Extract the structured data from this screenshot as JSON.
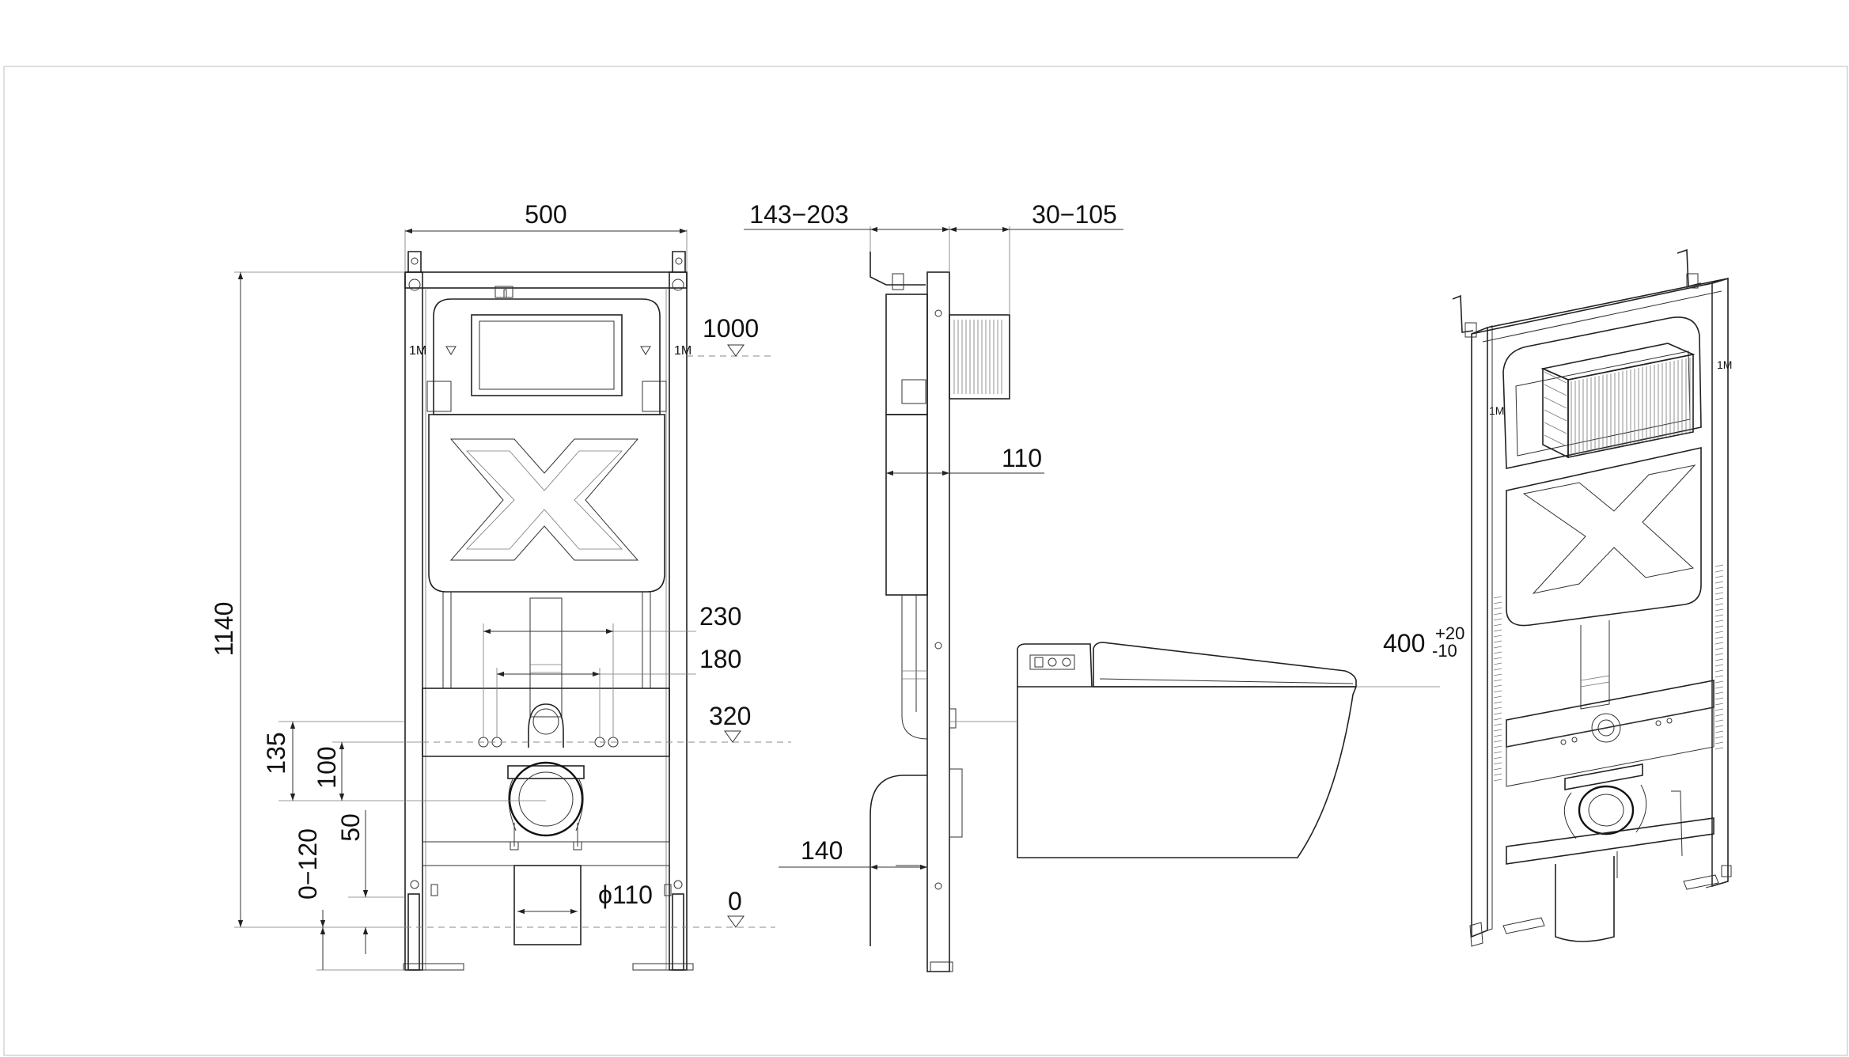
{
  "dimensions": {
    "frame_width": "500",
    "frame_height": "1140",
    "depth_range": "143−203",
    "button_offset": "30−105",
    "level_1000": "1000",
    "cistern_depth": "110",
    "bolt_spacing_outer": "230",
    "bolt_spacing_inner": "180",
    "level_320": "320",
    "dim_135": "135",
    "dim_100": "100",
    "dim_50": "50",
    "floor_adjust": "0−120",
    "outlet_depth": "140",
    "outlet_diameter": "ϕ110",
    "level_0": "0",
    "seat_height_base": "400",
    "seat_height_plus": "+20",
    "seat_height_minus": "-10"
  },
  "labels": {
    "frame_mark": "1M"
  },
  "colors": {
    "line": "#222222",
    "dashed": "#888888",
    "background": "#ffffff"
  }
}
